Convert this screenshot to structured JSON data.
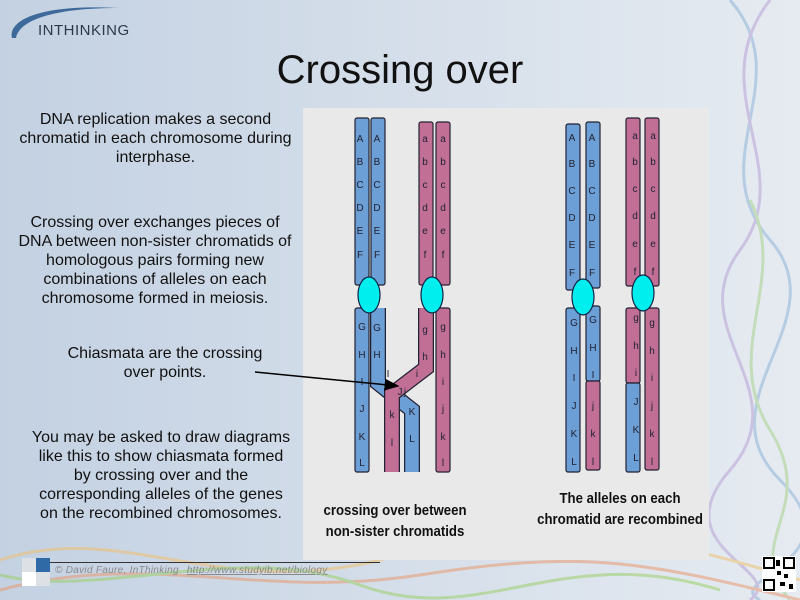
{
  "logo": {
    "text": "INTHINKING"
  },
  "title": "Crossing over",
  "paragraphs": [
    "DNA replication makes a second chromatid in each chromosome during interphase.",
    "Crossing over exchanges pieces of DNA between non-sister chromatids of homologous pairs forming new combinations of alleles on each chromosome formed in meiosis.",
    "Chiasmata are the crossing over points.",
    "You may be asked to draw diagrams like this to show chiasmata formed by crossing over and the corresponding alleles of the genes on the recombined chromosomes."
  ],
  "diagram": {
    "colors": {
      "maternal": "#6c9fd6",
      "paternal": "#c26f96",
      "centromere": "#00eeee"
    },
    "upper_alleles": [
      "A",
      "B",
      "C",
      "D",
      "E",
      "F"
    ],
    "lower_alleles": [
      "G",
      "H",
      "I",
      "J",
      "K",
      "L"
    ],
    "upper_alleles_small": [
      "a",
      "b",
      "c",
      "d",
      "e",
      "f"
    ],
    "lower_alleles_small": [
      "g",
      "h",
      "i",
      "j",
      "k",
      "l"
    ],
    "left_caption": "crossing over between non-sister chromatids",
    "right_caption": "The alleles on each chromatid are recombined"
  },
  "footer": {
    "credit": "© David Faure, InThinking",
    "link": "http://www.studyib.net/biology"
  }
}
